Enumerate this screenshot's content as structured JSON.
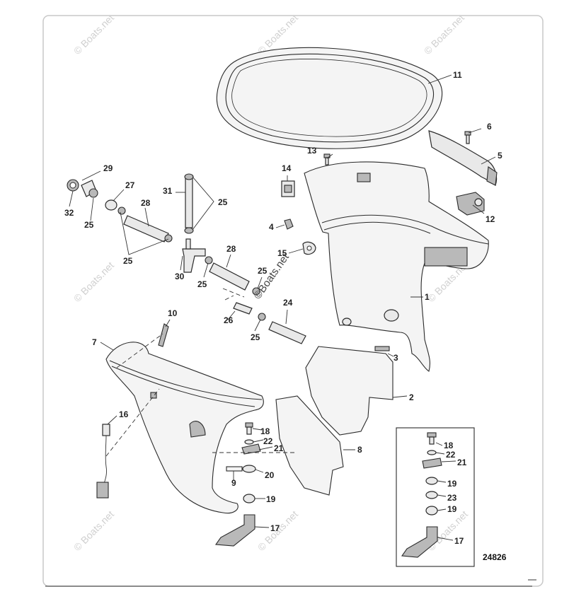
{
  "watermark": "© Boats.net",
  "center_watermark": "©Boats.net",
  "diagram_number": "24826",
  "callouts": [
    {
      "id": "c11",
      "label": "11"
    },
    {
      "id": "c6",
      "label": "6"
    },
    {
      "id": "c5",
      "label": "5"
    },
    {
      "id": "c13",
      "label": "13"
    },
    {
      "id": "c14",
      "label": "14"
    },
    {
      "id": "c29",
      "label": "29"
    },
    {
      "id": "c27",
      "label": "27"
    },
    {
      "id": "c31",
      "label": "31"
    },
    {
      "id": "c25a",
      "label": "25"
    },
    {
      "id": "c32",
      "label": "32"
    },
    {
      "id": "c25b",
      "label": "25"
    },
    {
      "id": "c28a",
      "label": "28"
    },
    {
      "id": "c12",
      "label": "12"
    },
    {
      "id": "c4",
      "label": "4"
    },
    {
      "id": "c15",
      "label": "15"
    },
    {
      "id": "c25c",
      "label": "25"
    },
    {
      "id": "c28b",
      "label": "28"
    },
    {
      "id": "c30",
      "label": "30"
    },
    {
      "id": "c25d",
      "label": "25"
    },
    {
      "id": "c25e",
      "label": "25"
    },
    {
      "id": "c1",
      "label": "1"
    },
    {
      "id": "c10",
      "label": "10"
    },
    {
      "id": "c24",
      "label": "24"
    },
    {
      "id": "c26",
      "label": "26"
    },
    {
      "id": "c7",
      "label": "7"
    },
    {
      "id": "c25f",
      "label": "25"
    },
    {
      "id": "c3",
      "label": "3"
    },
    {
      "id": "c2",
      "label": "2"
    },
    {
      "id": "c16",
      "label": "16"
    },
    {
      "id": "c18a",
      "label": "18"
    },
    {
      "id": "c22a",
      "label": "22"
    },
    {
      "id": "c21a",
      "label": "21"
    },
    {
      "id": "c8",
      "label": "8"
    },
    {
      "id": "c20",
      "label": "20"
    },
    {
      "id": "c9",
      "label": "9"
    },
    {
      "id": "c19a",
      "label": "19"
    },
    {
      "id": "c17a",
      "label": "17"
    },
    {
      "id": "c18b",
      "label": "18"
    },
    {
      "id": "c22b",
      "label": "22"
    },
    {
      "id": "c21b",
      "label": "21"
    },
    {
      "id": "c19b",
      "label": "19"
    },
    {
      "id": "c23",
      "label": "23"
    },
    {
      "id": "c19c",
      "label": "19"
    },
    {
      "id": "c17b",
      "label": "17"
    }
  ]
}
